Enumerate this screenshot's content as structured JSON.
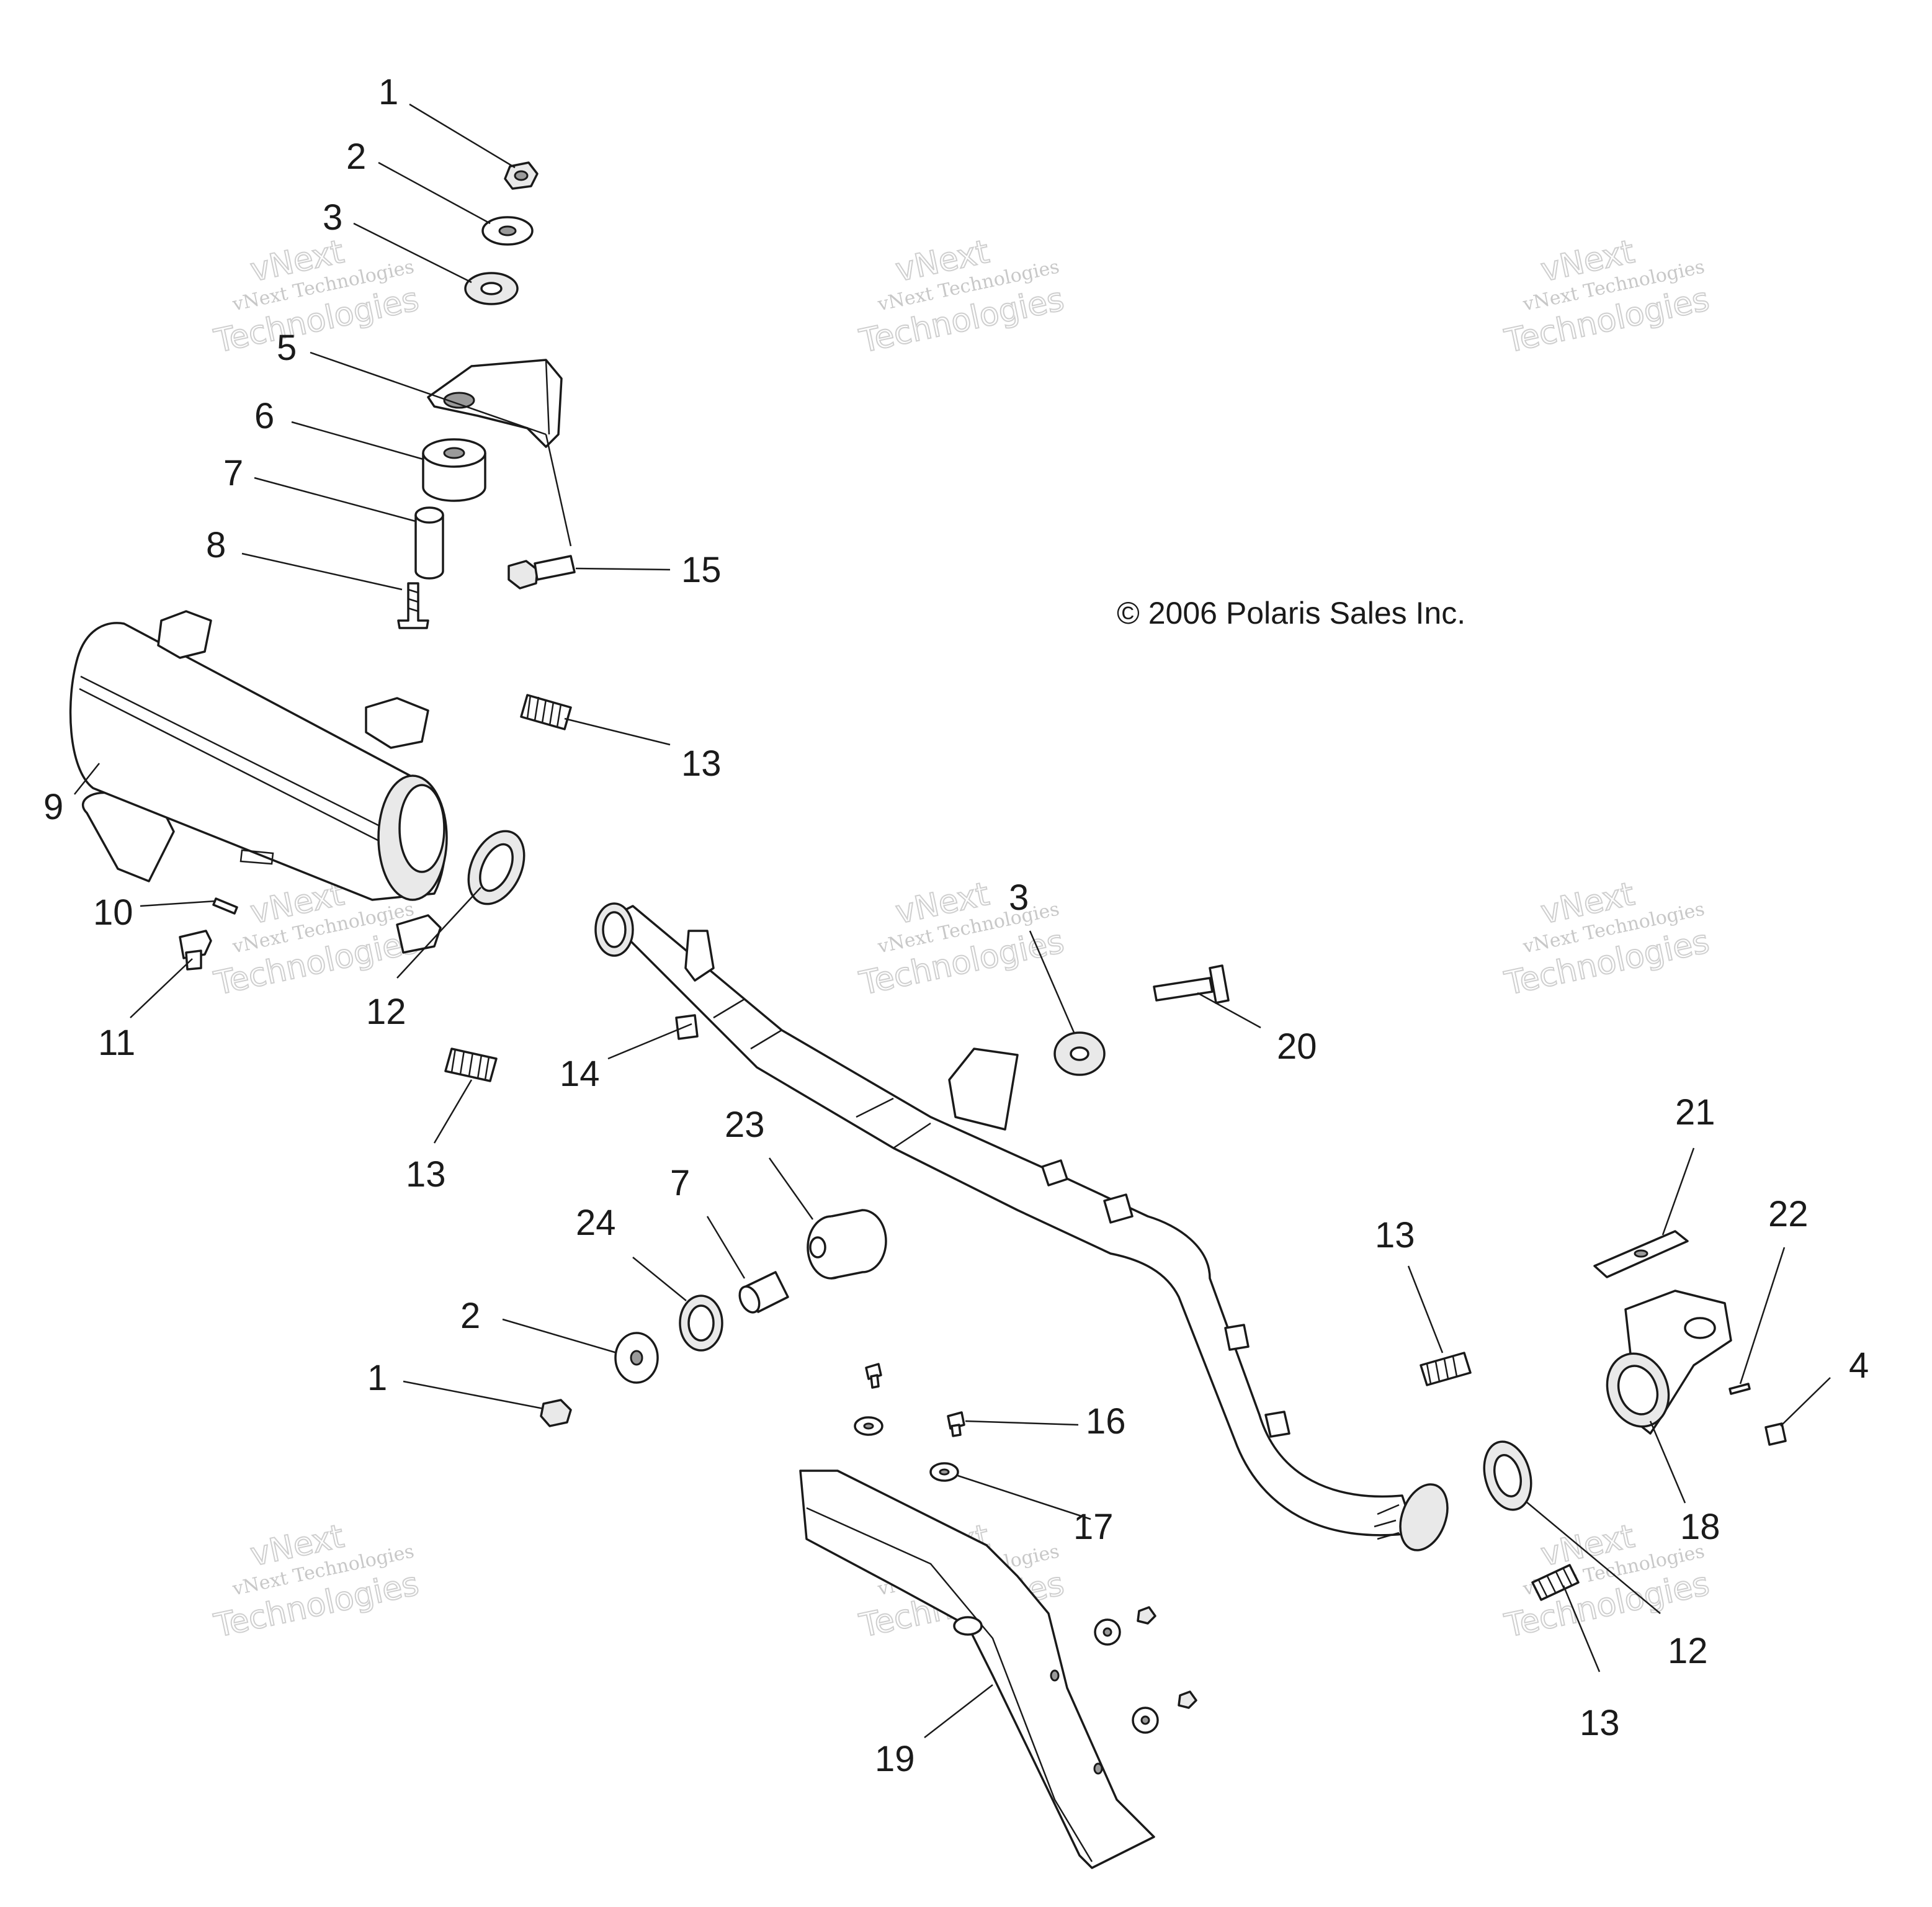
{
  "diagram": {
    "copyright": "© 2006 Polaris Sales Inc.",
    "watermark": {
      "line1": "vNext",
      "line2": "vNext Technologies",
      "line3": "Technologies"
    },
    "callouts": {
      "c1a": "1",
      "c2a": "2",
      "c3a": "3",
      "c5": "5",
      "c6": "6",
      "c7a": "7",
      "c8": "8",
      "c15": "15",
      "c13a": "13",
      "c9": "9",
      "c10": "10",
      "c11": "11",
      "c12a": "12",
      "c13b": "13",
      "c14": "14",
      "c3b": "3",
      "c20": "20",
      "c23": "23",
      "c7b": "7",
      "c24": "24",
      "c2b": "2",
      "c1b": "1",
      "c21": "21",
      "c22": "22",
      "c13c": "13",
      "c4": "4",
      "c16": "16",
      "c17": "17",
      "c18": "18",
      "c12b": "12",
      "c13d": "13",
      "c19": "19"
    }
  }
}
